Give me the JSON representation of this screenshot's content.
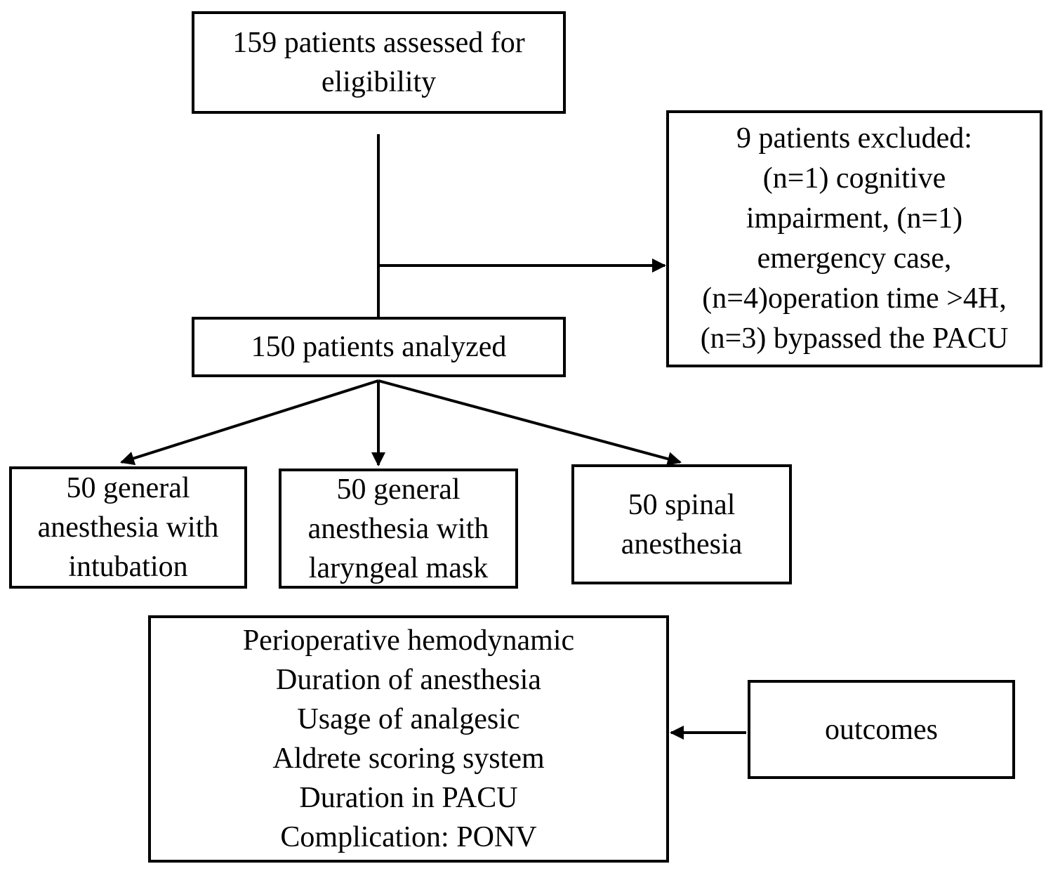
{
  "diagram": {
    "nodes": {
      "assessed": {
        "lines": [
          "159 patients assessed for",
          "eligibility"
        ]
      },
      "excluded": {
        "lines": [
          "9 patients excluded:",
          "(n=1) cognitive",
          "impairment, (n=1)",
          "emergency case,",
          "(n=4)operation time >4H,",
          "(n=3) bypassed the PACU"
        ]
      },
      "analyzed": {
        "lines": [
          "150 patients analyzed"
        ]
      },
      "intubation": {
        "lines": [
          "50 general",
          "anesthesia with",
          "intubation"
        ]
      },
      "laryngeal": {
        "lines": [
          "50 general",
          "anesthesia with",
          "laryngeal mask"
        ]
      },
      "spinal": {
        "lines": [
          "50 spinal",
          "anesthesia"
        ]
      },
      "measures": {
        "lines": [
          "Perioperative hemodynamic",
          "Duration of anesthesia",
          "Usage of analgesic",
          "Aldrete scoring system",
          "Duration in PACU",
          "Complication: PONV"
        ]
      },
      "outcomes": {
        "lines": [
          "outcomes"
        ]
      }
    },
    "edges": [
      {
        "from": "assessed",
        "to": "analyzed"
      },
      {
        "from": "assessed",
        "to": "excluded"
      },
      {
        "from": "analyzed",
        "to": "intubation"
      },
      {
        "from": "analyzed",
        "to": "laryngeal"
      },
      {
        "from": "analyzed",
        "to": "spinal"
      },
      {
        "from": "outcomes",
        "to": "measures"
      }
    ],
    "colors": {
      "line": "#000000",
      "background": "#ffffff"
    }
  }
}
